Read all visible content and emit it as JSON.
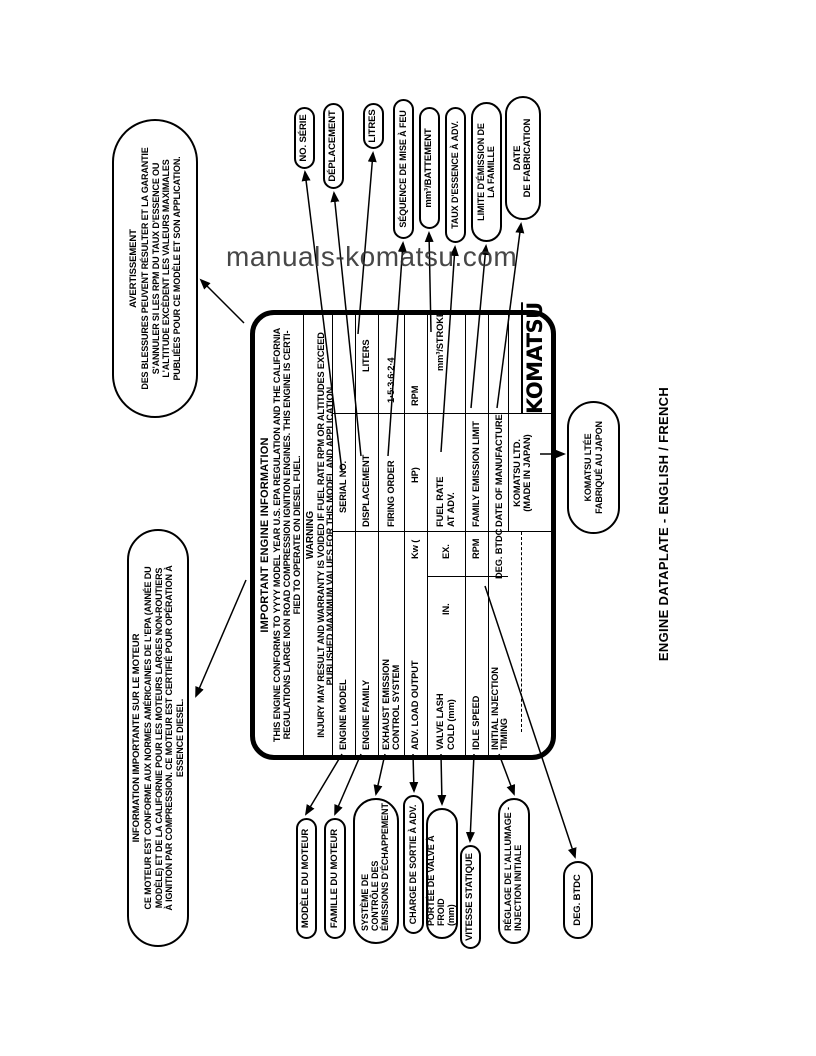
{
  "watermark": "manuals-komatsu.com",
  "caption": "ENGINE DATAPLATE - ENGLISH / FRENCH",
  "colors": {
    "ink": "#000000",
    "paper": "#ffffff",
    "watermark": "#2d2d2d"
  },
  "plate": {
    "title": "IMPORTANT ENGINE INFORMATION",
    "intro": [
      "THIS ENGINE CONFORMS TO YYYY MODEL YEAR U.S. EPA REGULATION AND THE CALIFORNIA",
      "REGULATIONS LARGE NON ROAD COMPRESSION IGNITION ENGINES. THIS ENGINE IS CERTI-",
      "FIED TO OPERATE ON DIESEL FUEL."
    ],
    "warning_title": "WARNING",
    "warning": [
      "INJURY MAY RESULT AND WARRANTY IS VOIDED IF FUEL RATE RPM OR ALTITUDES EXCEED",
      "PUBLISHED MAXIMUM VALUES FOR THIS MODEL AND APPLICATION."
    ],
    "fields": {
      "engine_model": "ENGINE MODEL",
      "serial_no": "SERIAL NO.",
      "engine_family": "ENGINE FAMILY",
      "displacement": "DISPLACEMENT",
      "liters": "LITERS",
      "exhaust1": "EXHAUST EMISSION",
      "exhaust2": "CONTROL SYSTEM",
      "firing_order": "FIRING ORDER",
      "firing_value": "1·5·3·6·2·4",
      "adv_load": "ADV. LOAD OUTPUT",
      "kw": "Kw (",
      "hp": "HP)",
      "rpm": "RPM",
      "valve1": "VALVE LASH",
      "valve2": "COLD (mm)",
      "in": "IN.",
      "ex": "EX.",
      "fuel1": "FUEL RATE",
      "fuel2": "AT ADV.",
      "stroke": "mm³/STROKE",
      "idle": "IDLE SPEED",
      "rpm2": "RPM",
      "feml": "FAMILY EMISSION LIMIT",
      "init1": "INITIAL INJECTION",
      "init2": "TIMING",
      "deg": "DEG. BTDC",
      "dom": "DATE OF MANUFACTURE"
    },
    "maker": [
      "KOMATSU LTD.",
      "(MADE IN JAPAN)"
    ],
    "logo": "KOMATSU"
  },
  "callouts": {
    "avertissement_title": "AVERTISSEMENT",
    "avertissement_body": "DES BLESSURES PEUVENT RÉSULTER ET LA GARANTIE S'ANNULER SI LES RPM DU TAUX D'ESSENCE OU L'ALTITUDE EXCÈDENT LES VALEURS MAXIMALES PUBLIÉES POUR CE MODÈLE ET SON APPLICATION.",
    "info_title": "INFORMATION IMPORTANTE SUR LE MOTEUR",
    "info_body": "CE MOTEUR EST CONFORME AUX NORMES AMÉRICAINES DE L'EPA (ANNÉE DU MODÈLE) ET DE LA CALIFORNIE POUR LES MOTEURS LARGES NON-ROUTIERS À IGNITION PAR COMPRESSION. CE MOTEUR EST CERTIFIÉ POUR OPÉRATION À ESSENCE DIESEL.",
    "no_serie": "NO. SÉRIE",
    "deplacement": "DÉPLACEMENT",
    "litres": "LITRES",
    "sequence": "SÉQUENCE DE MISE À FEU",
    "battement": "mm³/BATTEMENT",
    "taux": "TAUX D'ESSENCE À ADV.",
    "limite": [
      "LIMITE D'ÉMISSION DE",
      "LA FAMILLE"
    ],
    "date_fabrication": [
      "DATE",
      "DE FABRICATION"
    ],
    "modele": "MODÈLE DU MOTEUR",
    "famille": "FAMILLE DU MOTEUR",
    "systeme": [
      "SYSTÈME DE",
      "CONTRÔLE DES",
      "ÉMISSIONS D'ÉCHAPPEMENT"
    ],
    "charge": "CHARGE DE SORTIE À ADV.",
    "portee": [
      "PORTÉE DE VALVE À FROID",
      "(mm)"
    ],
    "vitesse": "VITESSE STATIQUE",
    "reglage": [
      "RÉGLAGE DE L'ALLUMAGE -",
      "INJECTION INITIALE"
    ],
    "deg_btdc": "DEG. BTDC",
    "komatsu_ltee": [
      "KOMATSU LTÉE",
      "FABRIQUÉ AU JAPON"
    ]
  }
}
